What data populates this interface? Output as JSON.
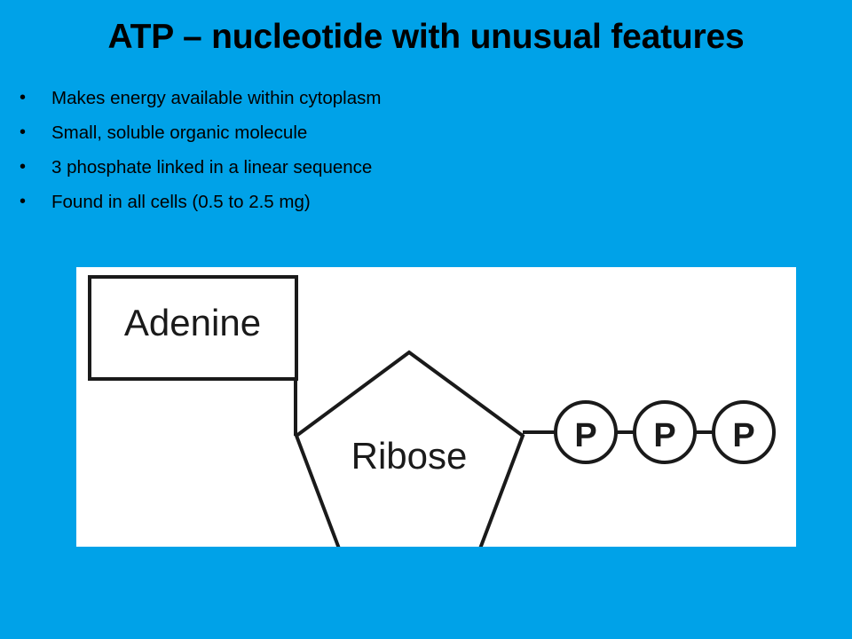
{
  "slide": {
    "background_color": "#00A2E8",
    "title": "ATP – nucleotide with unusual features",
    "bullets": [
      "Makes energy available within cytoplasm",
      "Small, soluble organic molecule",
      "3 phosphate linked in a linear sequence",
      "Found in all cells (0.5 to 2.5 mg)"
    ],
    "bullet_marker": "•"
  },
  "figure": {
    "background_color": "#FFFFFF",
    "stroke_color": "#1A1A1A",
    "adenine_label": "Adenine",
    "ribose_label": "Ribose",
    "phosphates": [
      "P",
      "P",
      "P"
    ]
  }
}
